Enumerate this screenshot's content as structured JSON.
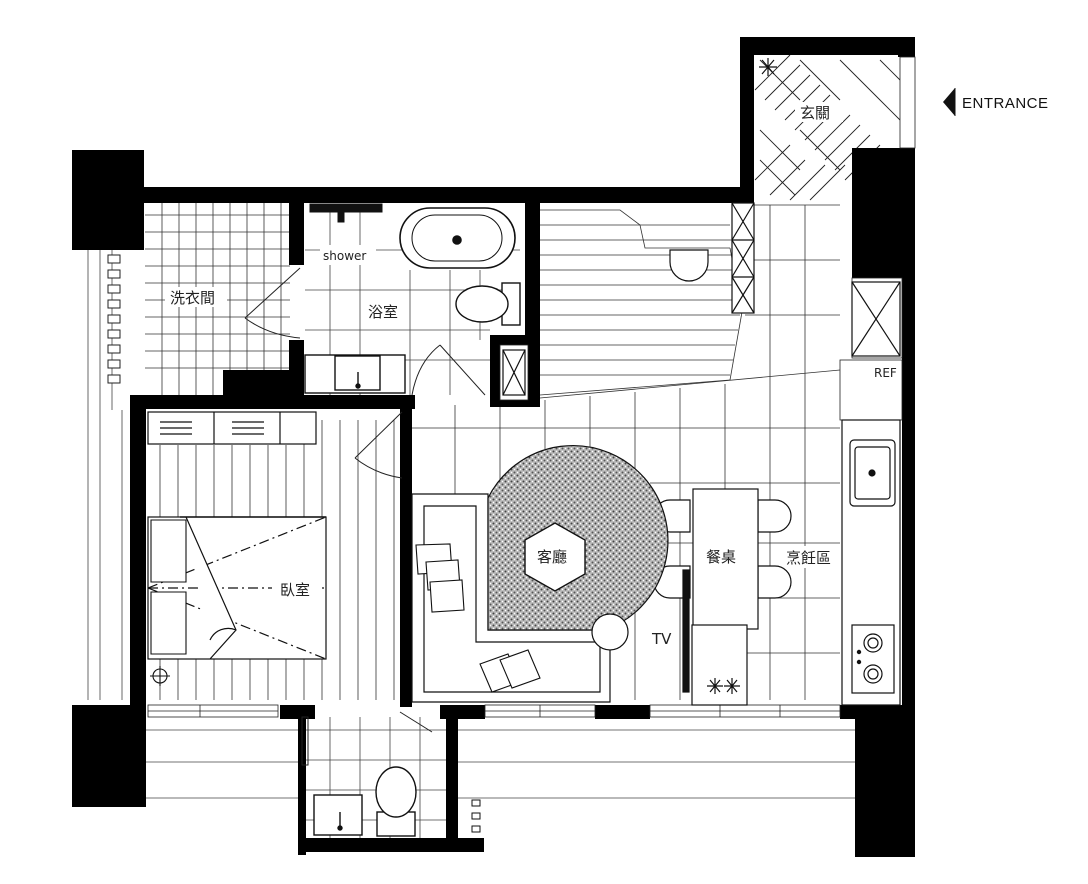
{
  "labels": {
    "entrance": "ENTRANCE",
    "foyer": "玄關",
    "laundry": "洗衣間",
    "shower": "shower",
    "bathroom": "浴室",
    "bedroom": "臥室",
    "living_room": "客廳",
    "dining_table": "餐桌",
    "kitchen": "烹飪區",
    "tv": "TV",
    "fridge": "REF"
  },
  "colors": {
    "wall": "#000000",
    "line": "#222222",
    "background": "#ffffff"
  },
  "icons": {
    "entrance_marker": "triangle-left-icon",
    "plant": "asterisk-icon",
    "stove": "burner-icon"
  }
}
